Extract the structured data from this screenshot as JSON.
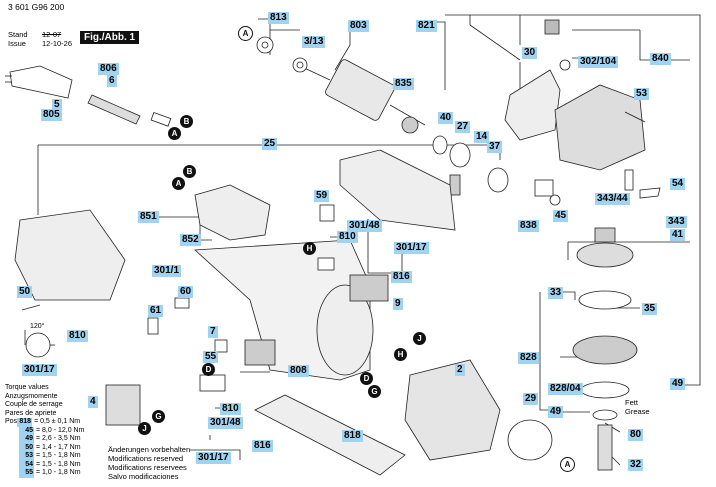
{
  "header": {
    "drawing_number": "3 601 G96 200",
    "stand_label": "Stand",
    "issue_label": "Issue",
    "date_1": "12-07",
    "date_2": "12-10-26",
    "figure_label": "Fig./Abb. 1"
  },
  "part_labels": {
    "p813": "813",
    "p803": "803",
    "p821": "821",
    "p313": "3/13",
    "p835": "835",
    "p806": "806",
    "p6": "6",
    "p5": "5",
    "p805": "805",
    "p30": "30",
    "p840": "840",
    "p302_104": "302/104",
    "p53": "53",
    "p40": "40",
    "p27": "27",
    "p14": "14",
    "p37": "37",
    "p25": "25",
    "p59": "59",
    "p851": "851",
    "p852": "852",
    "p301_48a": "301/48",
    "p810a": "810",
    "p301_17a": "301/17",
    "p816a": "816",
    "p301_1": "301/1",
    "p9": "9",
    "p50": "50",
    "p60": "60",
    "p61": "61",
    "p810b": "810",
    "p301_17b": "301/17",
    "p7": "7",
    "p55": "55",
    "p808": "808",
    "p2": "2",
    "p4": "4",
    "p810c": "810",
    "p301_48b": "301/48",
    "p816b": "816",
    "p301_17c": "301/17",
    "p818": "818",
    "p29": "29",
    "p838": "838",
    "p45": "45",
    "p343_44": "343/44",
    "p54": "54",
    "p343": "343",
    "p41": "41",
    "p33": "33",
    "p35": "35",
    "p828": "828",
    "p828_04": "828/04",
    "p49a": "49",
    "p49b": "49",
    "p80": "80",
    "p32": "32"
  },
  "callouts": {
    "A1": "A",
    "B1": "B",
    "A2": "A",
    "B2": "B",
    "A3": "A",
    "H1": "H",
    "J1": "J",
    "H2": "H",
    "D1": "D",
    "G1": "G",
    "D2": "D",
    "G2": "G",
    "J2": "J",
    "A4": "A"
  },
  "annotations": {
    "angle": "120°",
    "fett": "Fett",
    "grease": "Grease"
  },
  "torque": {
    "title_lines": [
      "Torque values",
      "Anzugsmomente",
      "Couple de serrage",
      "Pares de apriete"
    ],
    "pos_label": "Pos",
    "rows": [
      {
        "pos": "818",
        "value": "= 0,5 ± 0,1 Nm"
      },
      {
        "pos": "45",
        "value": "= 8,0 - 12,0 Nm"
      },
      {
        "pos": "49",
        "value": "= 2,6 - 3,5 Nm"
      },
      {
        "pos": "50",
        "value": "= 1,4 - 1,7 Nm"
      },
      {
        "pos": "53",
        "value": "= 1,5 - 1,8 Nm"
      },
      {
        "pos": "54",
        "value": "= 1,5 - 1,8 Nm"
      },
      {
        "pos": "55",
        "value": "= 1,0 - 1,8 Nm"
      }
    ]
  },
  "modifications": [
    "Änderungen vorbehalten",
    "Modifications reserved",
    "Modifications reservees",
    "Salvo modificaciones"
  ]
}
